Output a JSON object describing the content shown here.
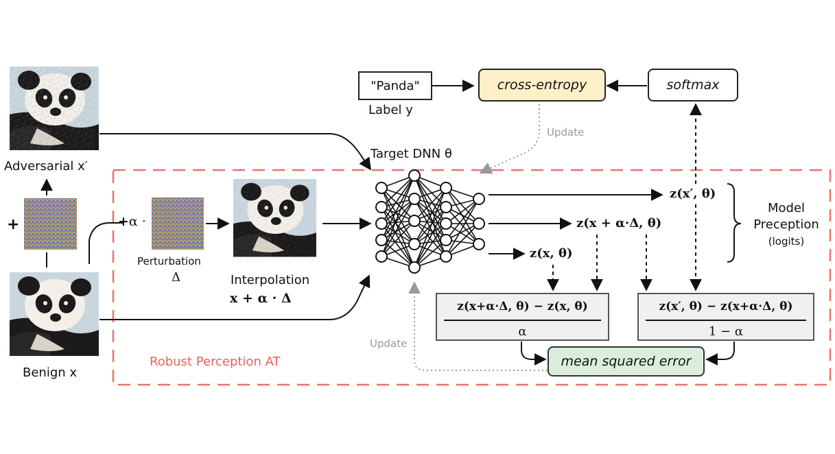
{
  "labels": {
    "adversarial": "Adversarial x′",
    "benign": "Benign x",
    "perturbation": "Perturbation",
    "delta": "Δ",
    "alpha_dot": "α ·",
    "plus": "+",
    "interpolation": "Interpolation",
    "interpolation_formula": "x + α · Δ",
    "target_dnn": "Target DNN θ",
    "panda": "\"Panda\"",
    "label_y": "Label y",
    "cross_entropy": "cross-entropy",
    "softmax": "softmax",
    "update_top": "Update",
    "update_bottom": "Update",
    "z_adv": "z(x′, θ)",
    "z_interp": "z(x + α·Δ, θ)",
    "z_benign": "z(x, θ)",
    "model_perception_1": "Model",
    "model_perception_2": "Preception",
    "model_perception_3": "(logits)",
    "frac_left_num": "z(x+α·Δ, θ) − z(x, θ)",
    "frac_left_den": "α",
    "frac_right_num": "z(x′, θ) − z(x+α·Δ, θ)",
    "frac_right_den": "1 − α",
    "mse": "mean squared error",
    "robust_at": "Robust Perception AT"
  },
  "colors": {
    "dashed_border": "#e8726b",
    "robust_text": "#e8625b",
    "cross_entropy_fill": "#fdf0c8",
    "mse_fill": "#dbeedd",
    "frac_fill": "#f0f0f0",
    "update_arrow": "#9a9a9a"
  }
}
